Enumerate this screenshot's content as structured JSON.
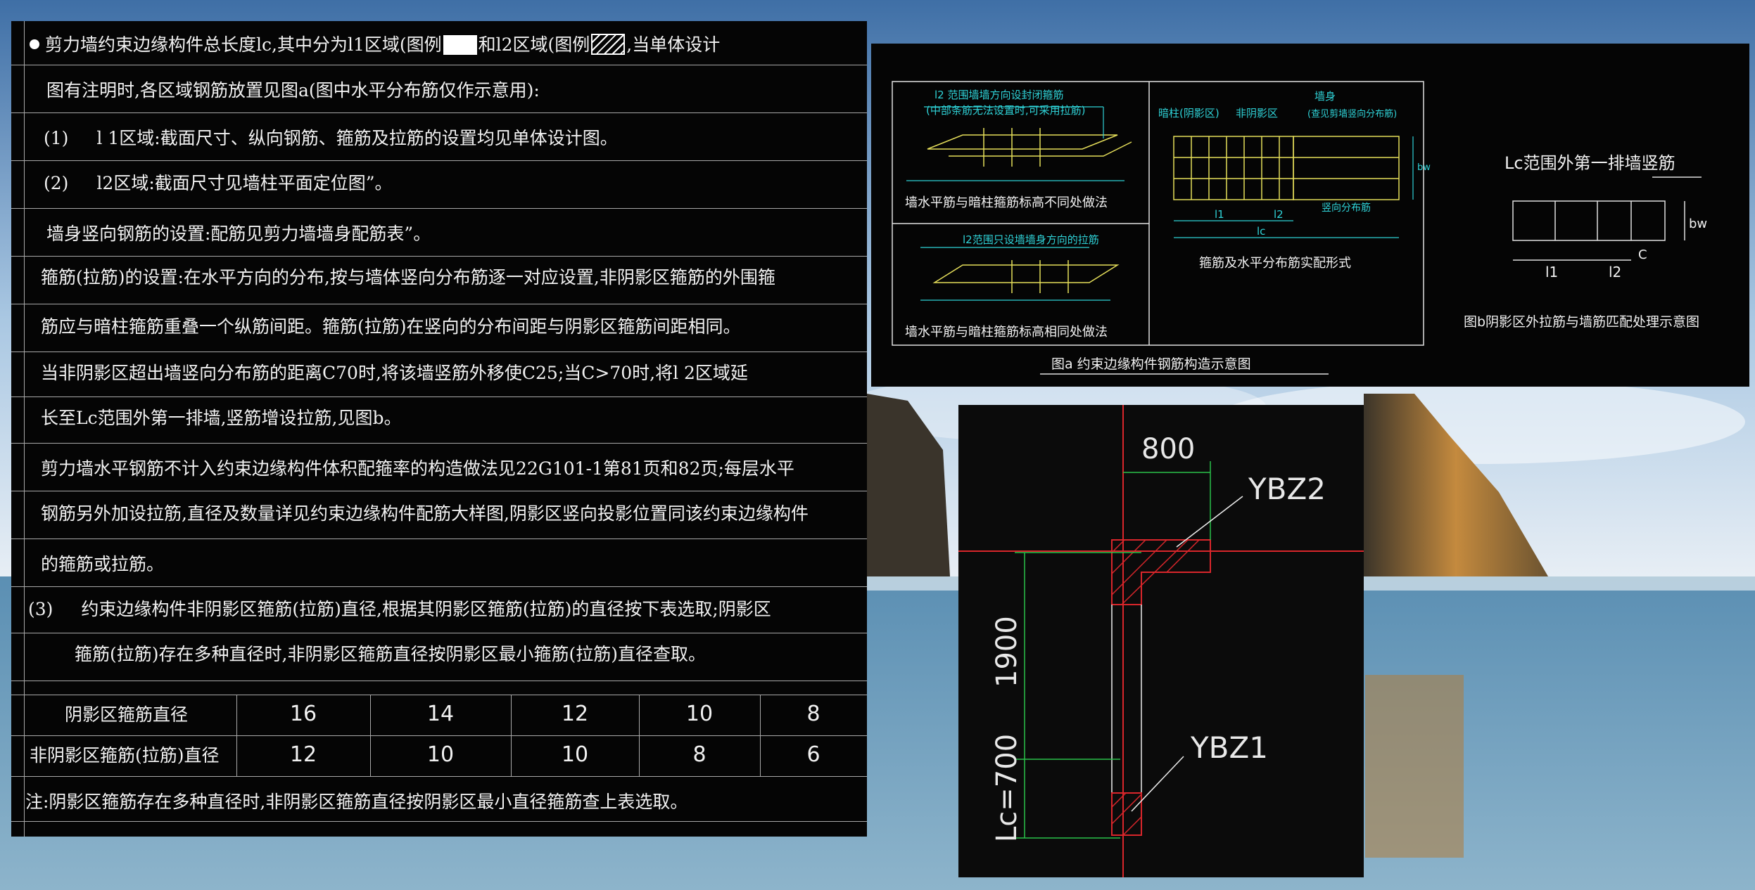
{
  "notes": {
    "line1": {
      "a": "剪力墙约束边缘构件总长度lc,其中分为l1区域(图例",
      "b": "和l2区域(图例",
      "c": ",当单体设计"
    },
    "line2": "图有注明时,各区域钢筋放置见图a(图中水平分布筋仅作示意用):",
    "item1": {
      "num": "(1)",
      "text": "l 1区域:截面尺寸、纵向钢筋、箍筋及拉筋的设置均见单体设计图。"
    },
    "item2": {
      "num": "(2)",
      "text": "l2区域:截面尺寸见墙柱平面定位图”。"
    },
    "line5": "墙身竖向钢筋的设置:配筋见剪力墙墙身配筋表”。",
    "line6": "箍筋(拉筋)的设置:在水平方向的分布,按与墙体竖向分布筋逐一对应设置,非阴影区箍筋的外围箍",
    "line7": "筋应与暗柱箍筋重叠一个纵筋间距。箍筋(拉筋)在竖向的分布间距与阴影区箍筋间距相同。",
    "line8": "当非阴影区超出墙竖向分布筋的距离C70时,将该墙竖筋外移使C25;当C>70时,将l 2区域延",
    "line9": "长至Lc范围外第一排墙,竖筋增设拉筋,见图b。",
    "line10": "剪力墙水平钢筋不计入约束边缘构件体积配箍率的构造做法见22G101-1第81页和82页;每层水平",
    "line11": "钢筋另外加设拉筋,直径及数量详见约束边缘构件配筋大样图,阴影区竖向投影位置同该约束边缘构件",
    "line12": "的箍筋或拉筋。",
    "item3": {
      "num": "(3)",
      "text": "约束边缘构件非阴影区箍筋(拉筋)直径,根据其阴影区箍筋(拉筋)的直径按下表选取;阴影区"
    },
    "line14": "箍筋(拉筋)存在多种直径时,非阴影区箍筋直径按阴影区最小箍筋(拉筋)直径查取。",
    "table": {
      "rows": [
        {
          "label": "阴影区箍筋直径",
          "values": [
            "16",
            "14",
            "12",
            "10",
            "8"
          ]
        },
        {
          "label": "非阴影区箍筋(拉筋)直径",
          "values": [
            "12",
            "10",
            "10",
            "8",
            "6"
          ]
        }
      ]
    },
    "footnote": "注:阴影区箍筋存在多种直径时,非阴影区箍筋直径按阴影区最小直径箍筋查上表选取。"
  },
  "detail": {
    "fig1_top_label1": "l2 范围墙墙方向设封闭箍筋",
    "fig1_top_label2": "(中部条筋无法设置时,可采用拉筋)",
    "fig1_caption": "墙水平筋与暗柱箍筋标高不同处做法",
    "fig2_top_label": "l2范围只设墙墙身方向的拉筋",
    "fig2_caption": "墙水平筋与暗柱箍筋标高相同处做法",
    "fig3_label_a": "暗柱(阴影区)",
    "fig3_label_b": "非阴影区",
    "fig3_label_c": "墙身",
    "fig3_label_d": "(查见剪墙竖向分布筋)",
    "fig3_label_e": "竖向分布筋",
    "fig3_caption": "箍筋及水平分布筋实配形式",
    "fig3_dim_l1": "l1",
    "fig3_dim_l2": "l2",
    "fig3_dim_lc": "lc",
    "fig3_dim_bw": "bw",
    "fig_a_title": "图a 约束边缘构件钢筋构造示意图",
    "fig_b_label": "Lc范围外第一排墙竖筋",
    "fig_b_caption": "图b阴影区外拉筋与墙筋匹配处理示意图",
    "fig_b_dim_l1": "l1",
    "fig_b_dim_l2": "l2",
    "fig_b_dim_c": "C",
    "fig_b_dim_bw": "bw"
  },
  "cad": {
    "dim_top": "800",
    "label_upper": "YBZ2",
    "dim_vertical": "1900",
    "label_lower": "YBZ1",
    "dim_lc": "Lc=700"
  },
  "colors": {
    "cad_red": "#d9262b",
    "cad_green": "#2bc24a",
    "cad_cyan": "#2fd3d8",
    "cad_yellow": "#e5de5a",
    "text_white": "#f2f2f2"
  }
}
